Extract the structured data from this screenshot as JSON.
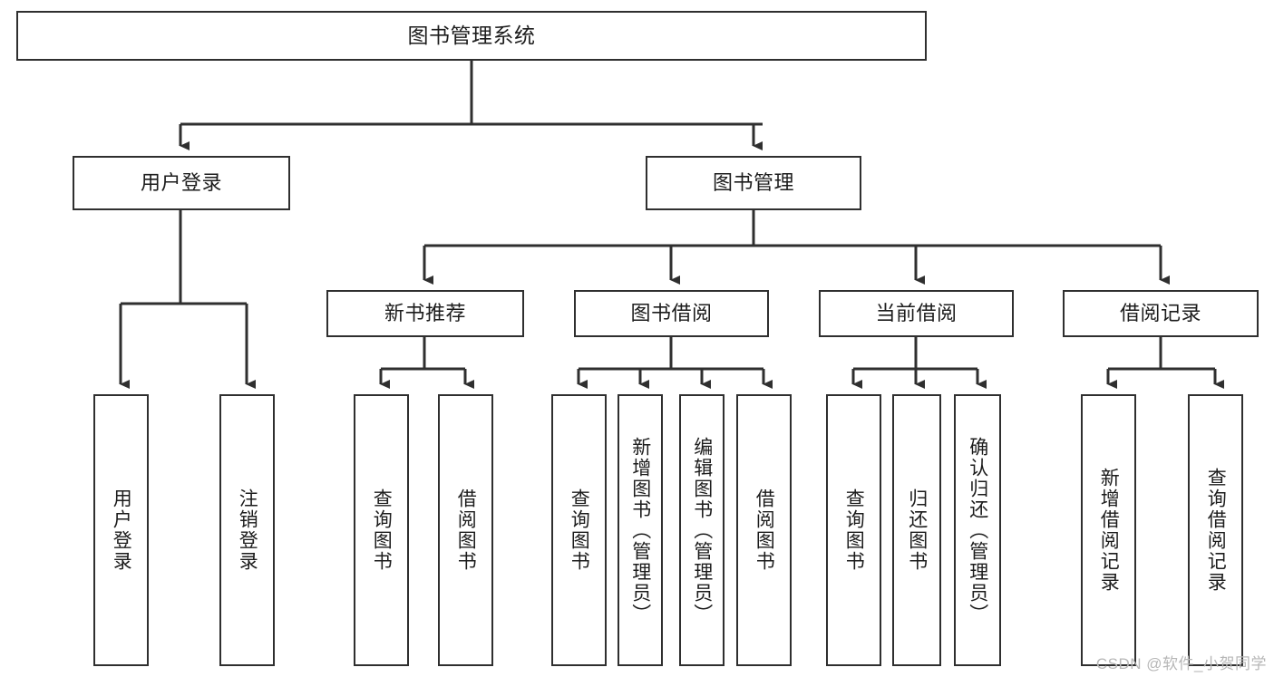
{
  "diagram": {
    "title": "图书管理系统",
    "watermark": "CSDN @软件_小贺同学",
    "line_color": "#2f2f2f",
    "box_fill": "#ffffff",
    "text_color": "#1c1c1c",
    "watermark_color": "#b7b7b7"
  },
  "nodes": {
    "root": {
      "label": "图书管理系统"
    },
    "level1": [
      {
        "label": "用户登录"
      },
      {
        "label": "图书管理"
      }
    ],
    "level2": [
      {
        "label": "新书推荐"
      },
      {
        "label": "图书借阅"
      },
      {
        "label": "当前借阅"
      },
      {
        "label": "借阅记录"
      }
    ],
    "leaves": [
      {
        "label": "用户登录"
      },
      {
        "label": "注销登录"
      },
      {
        "label": "查询图书"
      },
      {
        "label": "借阅图书"
      },
      {
        "label": "查询图书"
      },
      {
        "label": "新增图书（管理员）"
      },
      {
        "label": "编辑图书（管理员）"
      },
      {
        "label": "借阅图书"
      },
      {
        "label": "查询图书"
      },
      {
        "label": "归还图书"
      },
      {
        "label": "确认归还（管理员）"
      },
      {
        "label": "新增借阅记录"
      },
      {
        "label": "查询借阅记录"
      }
    ]
  }
}
